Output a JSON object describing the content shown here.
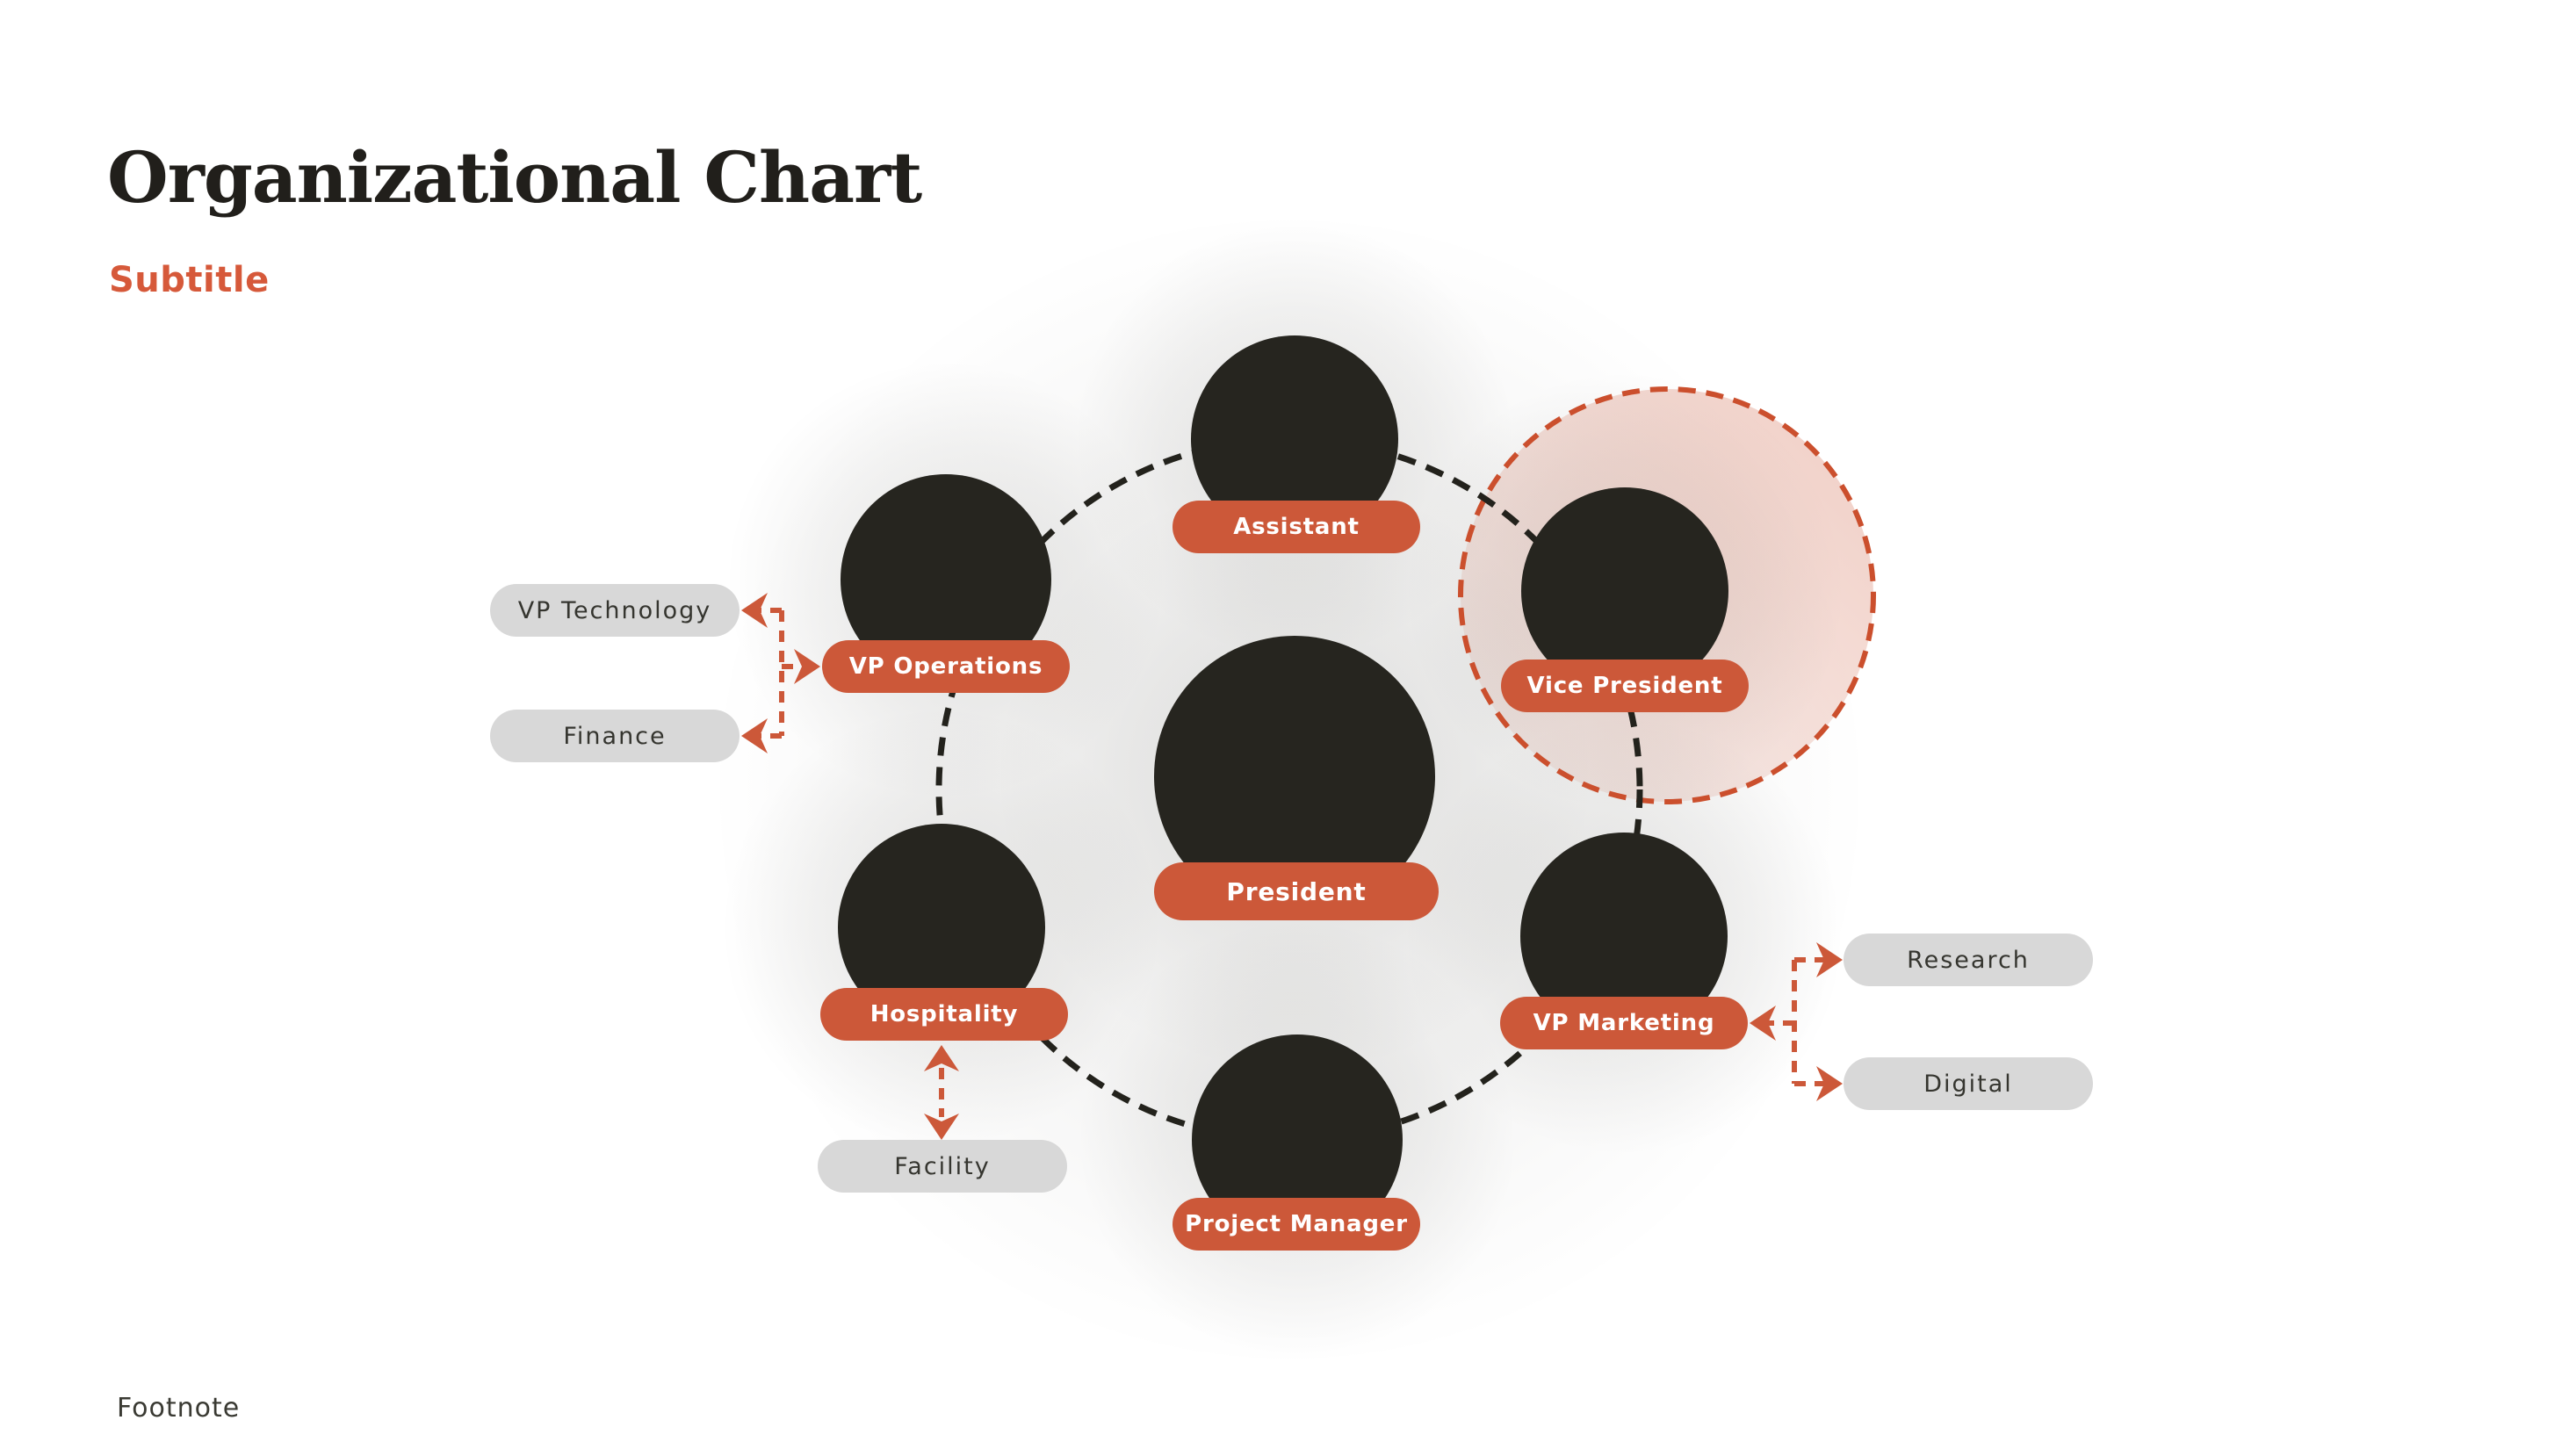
{
  "header": {
    "title": "Organizational Chart",
    "subtitle": "Subtitle"
  },
  "footnote": "Footnote",
  "colors": {
    "accent_orange": "#CC5839",
    "highlight_dash_orange": "#CB4F2D",
    "highlight_fill_pink": "#F4D7CC",
    "avatar_dark": "#26251F",
    "ring_dash_black": "#23221C",
    "sub_pill_gray": "#D8D8D8",
    "sub_pill_text": "#35352F",
    "title_text": "#211F1B"
  },
  "nodes": {
    "president": {
      "label": "President"
    },
    "assistant": {
      "label": "Assistant"
    },
    "vice_president": {
      "label": "Vice President"
    },
    "vp_operations": {
      "label": "VP Operations"
    },
    "hospitality": {
      "label": "Hospitality"
    },
    "vp_marketing": {
      "label": "VP Marketing"
    },
    "project_manager": {
      "label": "Project Manager"
    }
  },
  "sub_nodes": {
    "vp_technology": {
      "label": "VP Technology"
    },
    "finance": {
      "label": "Finance"
    },
    "research": {
      "label": "Research"
    },
    "digital": {
      "label": "Digital"
    },
    "facility": {
      "label": "Facility"
    }
  }
}
